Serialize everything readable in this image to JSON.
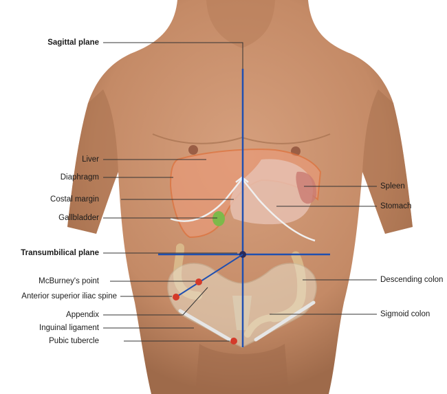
{
  "labels": {
    "sagittal_plane": "Sagittal plane",
    "liver": "Liver",
    "diaphragm": "Diaphragm",
    "costal_margin": "Costal margin",
    "gallbladder": "Gallbladder",
    "transumbilical_plane": "Transumbilical plane",
    "mcburneys_point": "McBurney's point",
    "asis": "Anterior superior iliac spine",
    "appendix": "Appendix",
    "inguinal_ligament": "Inguinal ligament",
    "pubic_tubercle": "Pubic tubercle",
    "spleen": "Spleen",
    "stomach": "Stomach",
    "descending_colon": "Descending colon",
    "sigmoid_colon": "Sigmoid colon"
  },
  "colors": {
    "skin": "#c9906f",
    "skin_shadow": "#a8714f",
    "plane_line": "#1f4fb0",
    "liver_outline": "#e0703a",
    "marker_red": "#d43a2a",
    "bone": "#e8dfca",
    "colon": "#d9b88a",
    "gallbladder": "#7db94a"
  }
}
